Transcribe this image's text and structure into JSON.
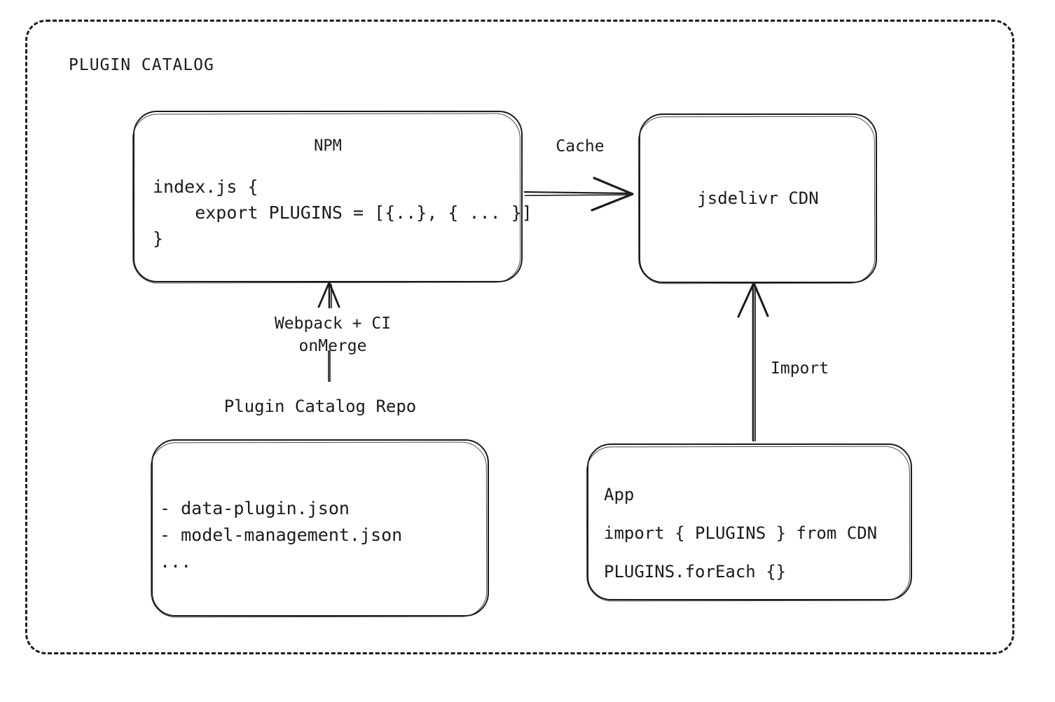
{
  "frame": {
    "title": "PLUGIN CATALOG",
    "style": "dashed-rounded-rectangle",
    "border_color": "#1b1b1b"
  },
  "nodes": {
    "npm": {
      "id": "npm",
      "title": "NPM",
      "code_lines": "index.js {\n    export PLUGINS = [{..}, { ... }]\n}"
    },
    "cdn": {
      "id": "cdn",
      "label": "jsdelivr CDN"
    },
    "repo": {
      "id": "repo",
      "caption": "Plugin Catalog Repo",
      "file_lines": "- data-plugin.json\n- model-management.json\n..."
    },
    "app": {
      "id": "app",
      "title": "App",
      "code_line_1": "import { PLUGINS } from CDN",
      "code_line_2": "PLUGINS.forEach {}"
    }
  },
  "edges": {
    "npm_to_cdn": {
      "label": "Cache",
      "from": "npm",
      "to": "cdn",
      "direction": "right"
    },
    "repo_to_npm": {
      "label": "Webpack + CI\nonMerge",
      "label_line_1": "Webpack + CI",
      "label_line_2": "onMerge",
      "from": "repo",
      "to": "npm",
      "direction": "up"
    },
    "app_to_cdn": {
      "label": "Import",
      "from": "app",
      "to": "cdn",
      "direction": "up"
    }
  },
  "colors": {
    "ink": "#1b1b1b",
    "background": "#ffffff"
  }
}
